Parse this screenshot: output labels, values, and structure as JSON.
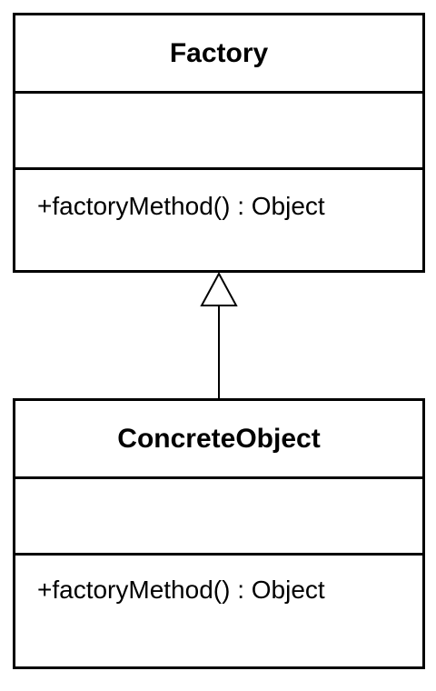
{
  "diagram": {
    "classes": [
      {
        "name": "Factory",
        "attributes": [],
        "operations": [
          "+factoryMethod() : Object"
        ]
      },
      {
        "name": "ConcreteObject",
        "attributes": [],
        "operations": [
          "+factoryMethod() : Object"
        ]
      }
    ]
  }
}
